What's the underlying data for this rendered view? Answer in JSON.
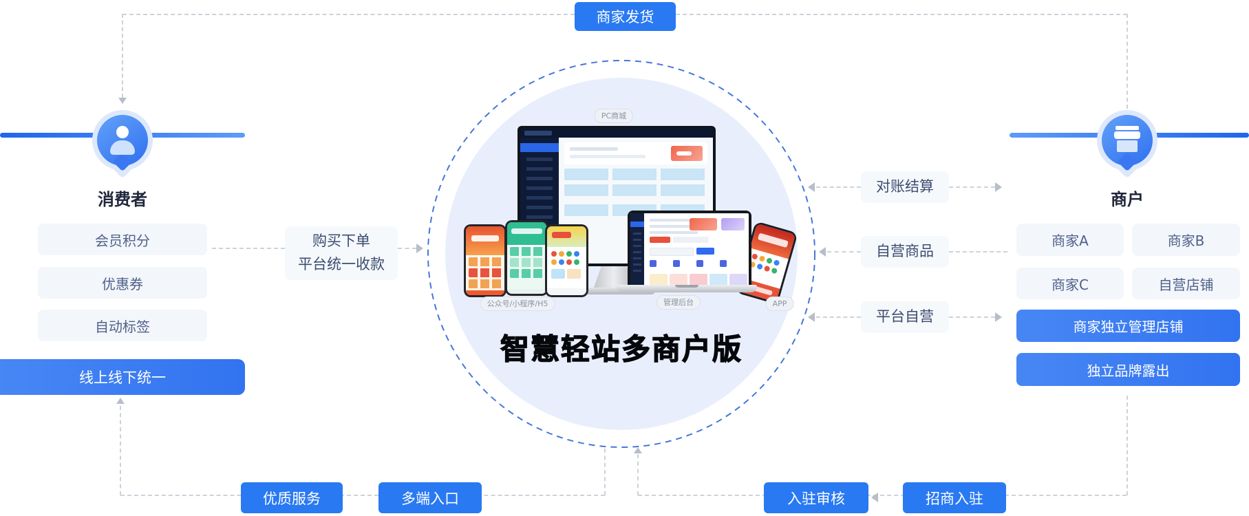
{
  "title": "智慧轻站多商户版",
  "top": {
    "ship_button": "商家发货"
  },
  "consumer": {
    "label": "消费者",
    "items": [
      "会员积分",
      "优惠券",
      "自动标签"
    ],
    "highlight": "线上线下统一"
  },
  "purchase": {
    "line1": "购买下单",
    "line2": "平台统一收款"
  },
  "center_labels": {
    "pc": "PC商城",
    "mobile": "公众号/小程序/H5",
    "admin": "管理后台",
    "app": "APP"
  },
  "settlement": {
    "rows": [
      "对账结算",
      "自营商品",
      "平台自营"
    ]
  },
  "merchant": {
    "label": "商户",
    "grid": [
      "商家A",
      "商家B",
      "商家C",
      "自营店铺"
    ],
    "highlights": [
      "商家独立管理店铺",
      "独立品牌露出"
    ]
  },
  "bottom": {
    "left_buttons": [
      "优质服务",
      "多端入口"
    ],
    "right_buttons": [
      "入驻审核",
      "招商入驻"
    ]
  },
  "colors": {
    "primary_blue": "#2979f2",
    "gradient_blue_start": "#4787f4",
    "gradient_blue_end": "#3273f0",
    "circle_fill": "#e9eefc",
    "circle_dash": "#4577d8",
    "connector_gray": "#ccd2da"
  }
}
